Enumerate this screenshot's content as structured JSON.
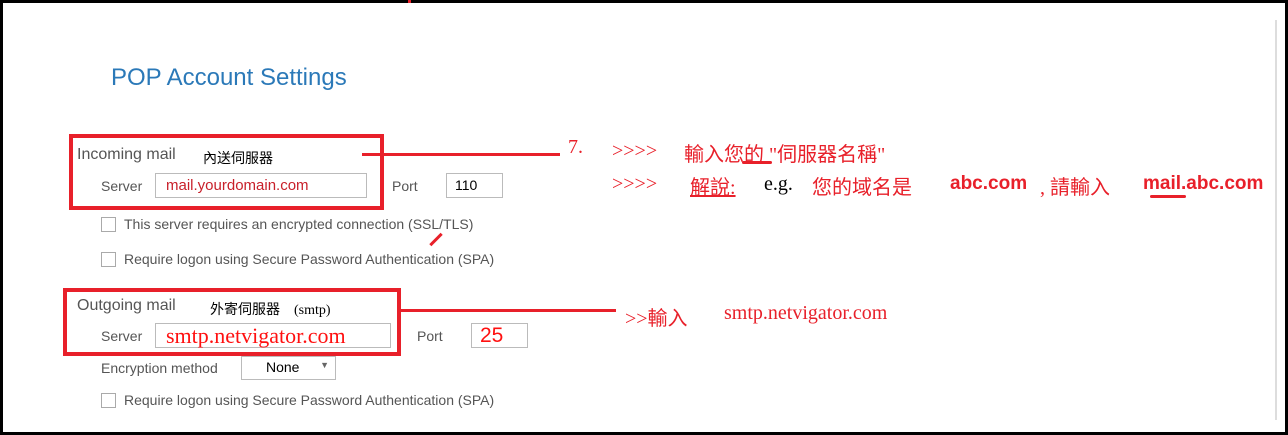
{
  "dialog": {
    "title": "POP Account Settings"
  },
  "incoming": {
    "heading": "Incoming mail",
    "heading_zh": "內送伺服器",
    "server_label": "Server",
    "server_value": "mail.yourdomain.com",
    "port_label": "Port",
    "port_value": "110",
    "ssl_label": "This server requires an encrypted connection (SSL/TLS)",
    "spa_label": "Require logon using Secure Password Authentication (SPA)"
  },
  "outgoing": {
    "heading": "Outgoing mail",
    "heading_zh": "外寄伺服器　(smtp)",
    "server_label": "Server",
    "server_value": "smtp.netvigator.com",
    "port_label": "Port",
    "port_value": "25",
    "encryption_label": "Encryption method",
    "encryption_value": "None",
    "spa_label": "Require logon using Secure Password Authentication (SPA)"
  },
  "annotations": {
    "step": "7.",
    "line1_prefix": ">>>>",
    "line1_text": "輸入您的 \"伺服器名稱\"",
    "line2_prefix": ">>>>",
    "line2_explain": "解說:",
    "line2_eg": "e.g.",
    "line2_a": "您的域名是",
    "line2_domain": "abc.com",
    "line2_b": ", 請輸入",
    "line2_example": "mail.abc.com",
    "outgoing_note": ">>輸入",
    "outgoing_value": "smtp.netvigator.com"
  },
  "colors": {
    "accent": "#e8202a",
    "title": "#2b79b8"
  }
}
